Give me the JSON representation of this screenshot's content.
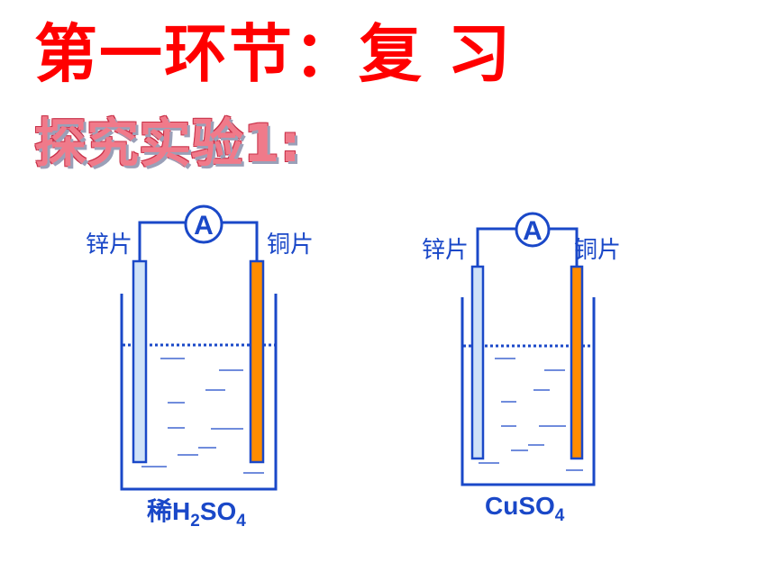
{
  "title": "第一环节：复  习",
  "subtitle": "探究实验1:",
  "experiments": [
    {
      "ammeter_label": "A",
      "left_electrode": "锌片",
      "right_electrode": "铜片",
      "solution_prefix": "稀",
      "solution": {
        "p1": "H",
        "s1": "2",
        "p2": "SO",
        "s2": "4"
      }
    },
    {
      "ammeter_label": "A",
      "left_electrode": "锌片",
      "right_electrode": "铜片",
      "solution_prefix": "",
      "solution": {
        "p1": "CuSO",
        "s1": "4",
        "p2": "",
        "s2": ""
      }
    }
  ],
  "colors": {
    "title": "#ff0000",
    "outline": "#1a48c8",
    "zinc": "#cfe2f8",
    "copper": "#ff8c00"
  }
}
